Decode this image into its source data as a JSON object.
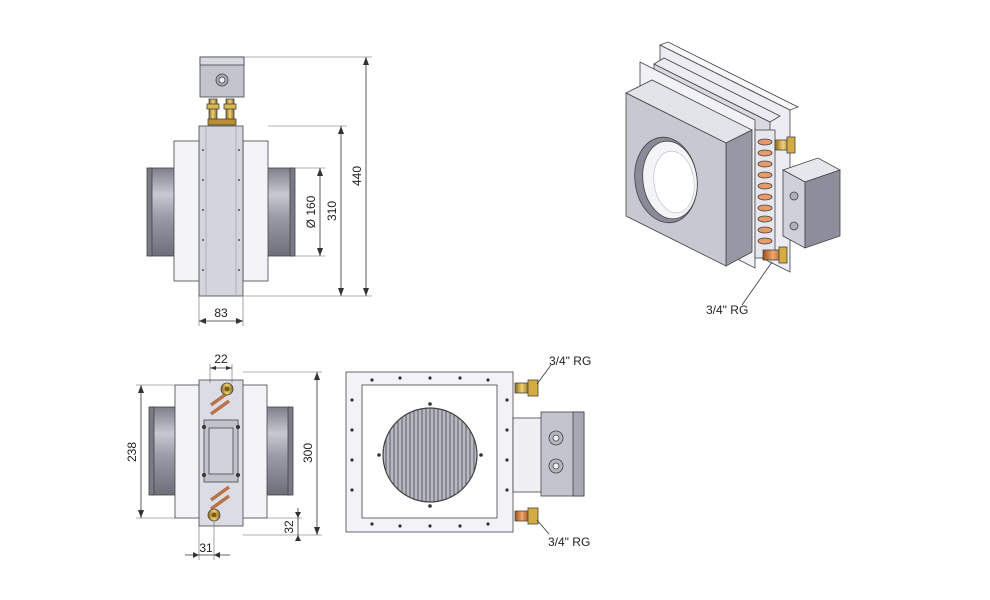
{
  "dimensions": {
    "front_height": "440",
    "front_body_height": "310",
    "front_collar_diameter": "Ø 160",
    "front_depth": "83",
    "top_pipe_spacing": "22",
    "top_height": "238",
    "top_overall": "300",
    "top_bottom_offset": "32",
    "top_width": "31"
  },
  "callouts": {
    "iso_connection": "3/4\" RG",
    "side_connection_top": "3/4\" RG",
    "side_connection_bottom": "3/4\" RG"
  },
  "colors": {
    "line": "#333333",
    "body_face": "#c9c9d4",
    "body_dark": "#8e8e9c",
    "body_light": "#ececf2",
    "duct": "#9b9ba6",
    "brass": "#c9a23a",
    "copper": "#d8874b",
    "flange": "#f2f2f6"
  }
}
